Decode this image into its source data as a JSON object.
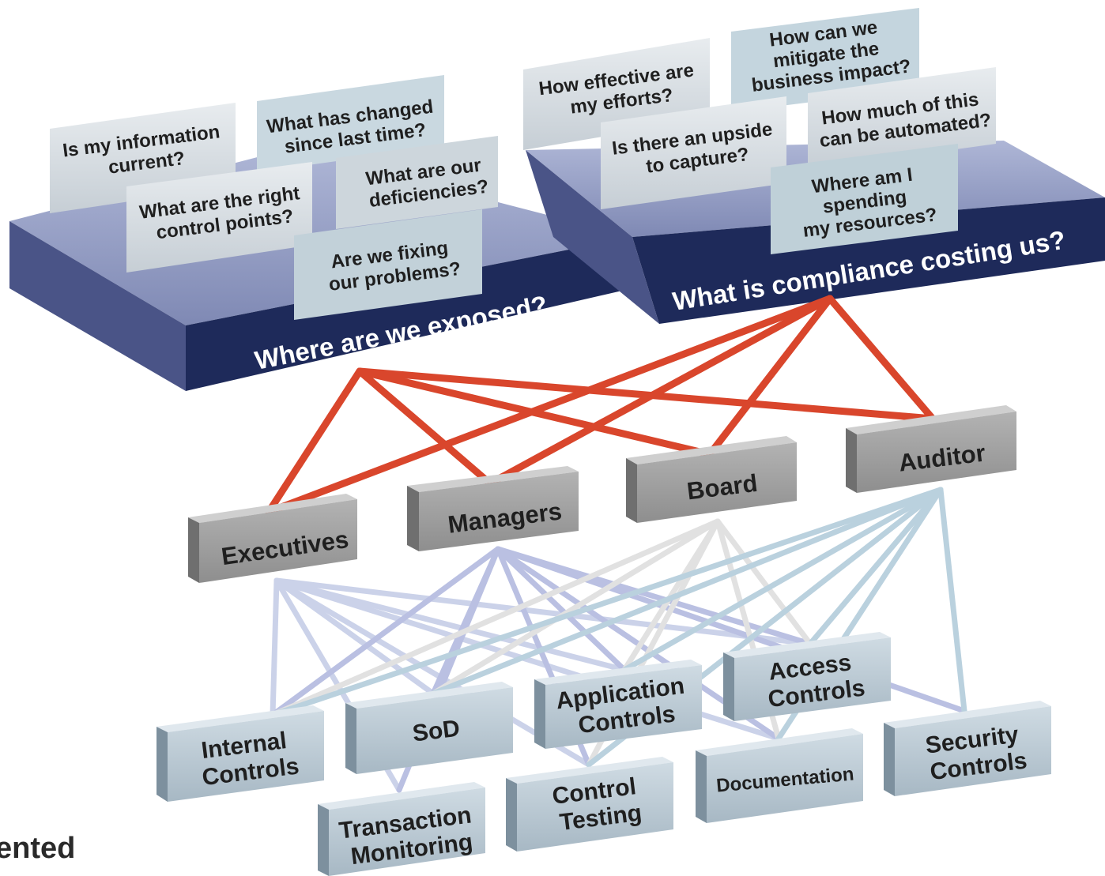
{
  "platforms": {
    "left": {
      "label": "Where are we exposed?"
    },
    "right": {
      "label": "What is compliance costing us?"
    }
  },
  "questions": [
    {
      "id": "information-current",
      "lines": [
        "Is my information",
        "current?"
      ]
    },
    {
      "id": "what-changed",
      "lines": [
        "What has changed",
        "since last time?"
      ]
    },
    {
      "id": "control-points",
      "lines": [
        "What are the right",
        "control points?"
      ]
    },
    {
      "id": "deficiencies",
      "lines": [
        "What are our",
        "deficiencies?"
      ]
    },
    {
      "id": "fixing-problems",
      "lines": [
        "Are we fixing",
        "our problems?"
      ]
    },
    {
      "id": "efforts-effective",
      "lines": [
        "How effective are",
        "my efforts?"
      ]
    },
    {
      "id": "mitigate-impact",
      "lines": [
        "How can we",
        "mitigate the",
        "business impact?"
      ]
    },
    {
      "id": "upside",
      "lines": [
        "Is there an upside",
        "to capture?"
      ]
    },
    {
      "id": "automated",
      "lines": [
        "How much of this",
        "can be automated?"
      ]
    },
    {
      "id": "resources",
      "lines": [
        "Where am I",
        "spending",
        "my resources?"
      ]
    }
  ],
  "stakeholders": [
    {
      "id": "executives",
      "label": "Executives"
    },
    {
      "id": "managers",
      "label": "Managers"
    },
    {
      "id": "board",
      "label": "Board"
    },
    {
      "id": "auditor",
      "label": "Auditor"
    }
  ],
  "controls": [
    {
      "id": "internal-controls",
      "lines": [
        "Internal",
        "Controls"
      ]
    },
    {
      "id": "sod",
      "lines": [
        "SoD"
      ]
    },
    {
      "id": "application-controls",
      "lines": [
        "Application",
        "Controls"
      ]
    },
    {
      "id": "access-controls",
      "lines": [
        "Access",
        "Controls"
      ]
    },
    {
      "id": "security-controls",
      "lines": [
        "Security",
        "Controls"
      ]
    },
    {
      "id": "transaction-monitoring",
      "lines": [
        "Transaction",
        "Monitoring"
      ]
    },
    {
      "id": "control-testing",
      "lines": [
        "Control",
        "Testing"
      ]
    },
    {
      "id": "documentation",
      "lines": [
        "Documentation"
      ]
    }
  ],
  "caption_fragment": "ented",
  "colors": {
    "platform_top": "#9aa3c8",
    "platform_band": "#1e2a5a",
    "question_card": "#d6dde3",
    "question_card_teal": "#b9ccd6",
    "stakeholder_box": "#a8a8a8",
    "control_box": "#b8c6d0",
    "red_links": "#d9462c",
    "blue_links": "#b4bee0",
    "teal_links": "#a9c5d6",
    "grey_links": "#d4d4d4"
  }
}
